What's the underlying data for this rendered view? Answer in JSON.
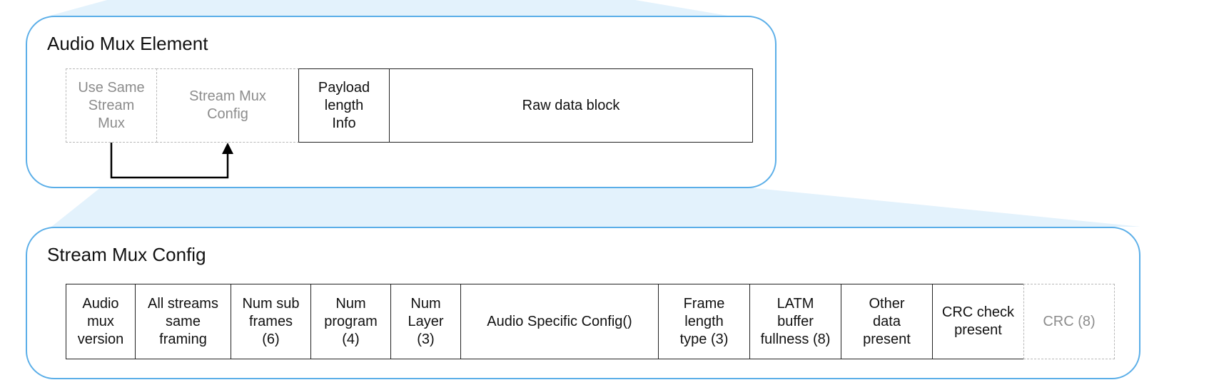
{
  "audio_mux_element": {
    "title": "Audio Mux Element",
    "fields": [
      {
        "label": "Use Same\nStream\nMux",
        "style": "dashed"
      },
      {
        "label": "Stream Mux\nConfig",
        "style": "dashed"
      },
      {
        "label": "Payload\nlength\nInfo",
        "style": "solid"
      },
      {
        "label": "Raw data block",
        "style": "solid"
      }
    ]
  },
  "stream_mux_config": {
    "title": "Stream Mux Config",
    "fields": [
      {
        "label": "Audio\nmux\nversion",
        "style": "solid"
      },
      {
        "label": "All streams\nsame\nframing",
        "style": "solid"
      },
      {
        "label": "Num sub\nframes\n(6)",
        "style": "solid"
      },
      {
        "label": "Num\nprogram\n(4)",
        "style": "solid"
      },
      {
        "label": "Num\nLayer\n(3)",
        "style": "solid"
      },
      {
        "label": "Audio Specific Config()",
        "style": "solid"
      },
      {
        "label": "Frame\nlength\ntype (3)",
        "style": "solid"
      },
      {
        "label": "LATM\nbuffer\nfullness (8)",
        "style": "solid"
      },
      {
        "label": "Other\ndata\npresent",
        "style": "solid"
      },
      {
        "label": "CRC check\npresent",
        "style": "solid"
      },
      {
        "label": "CRC (8)",
        "style": "dashed"
      }
    ]
  },
  "colors": {
    "panel_border": "#5aaee8",
    "projection_fill": "#e3f2fc",
    "solid_border": "#222222",
    "dashed_border": "#b8b8b8",
    "dashed_text": "#8c8c8c"
  }
}
